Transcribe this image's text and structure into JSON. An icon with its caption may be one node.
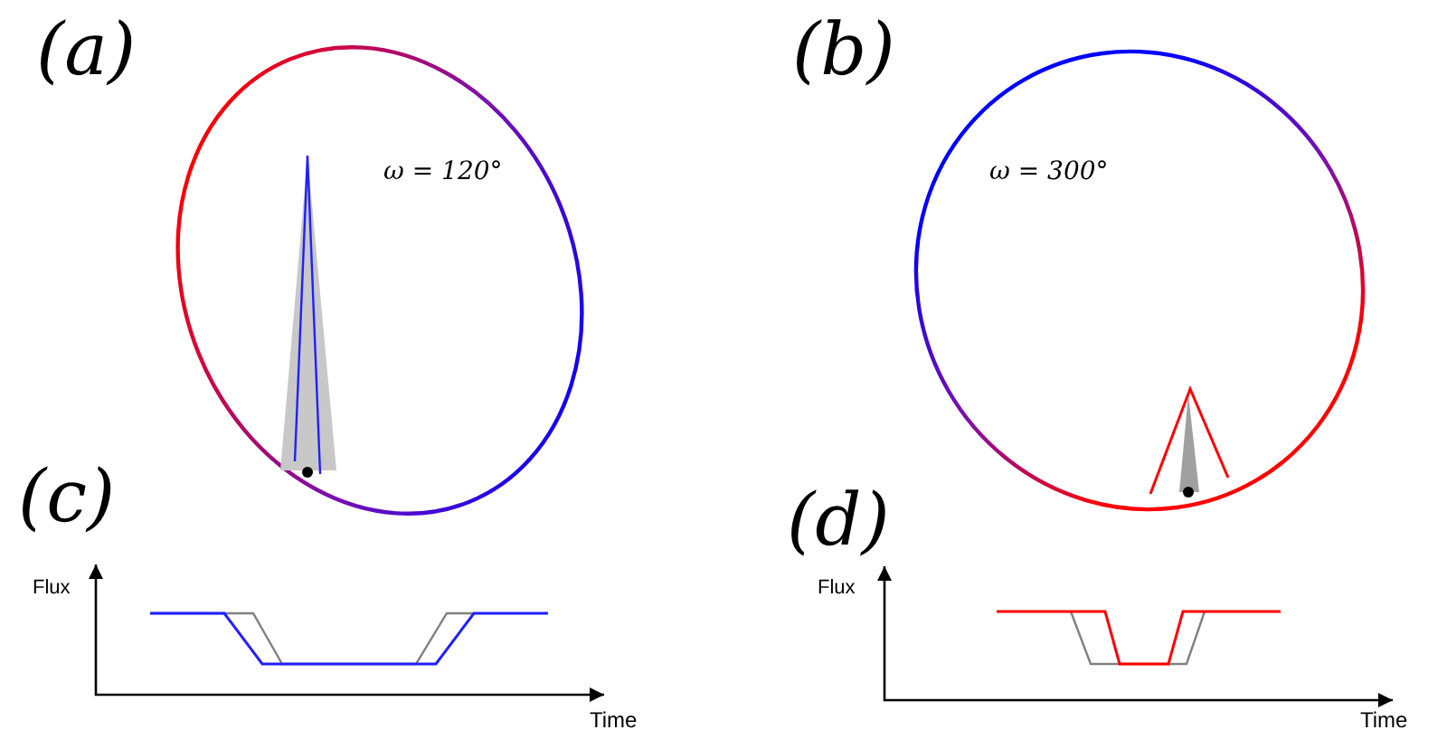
{
  "diagram": {
    "labels": [
      "(a)",
      "ω = 120°",
      "(b)",
      "ω = 300°",
      "(c)",
      "Flux",
      "Time",
      "(d)",
      "Flux",
      "Time"
    ]
  }
}
